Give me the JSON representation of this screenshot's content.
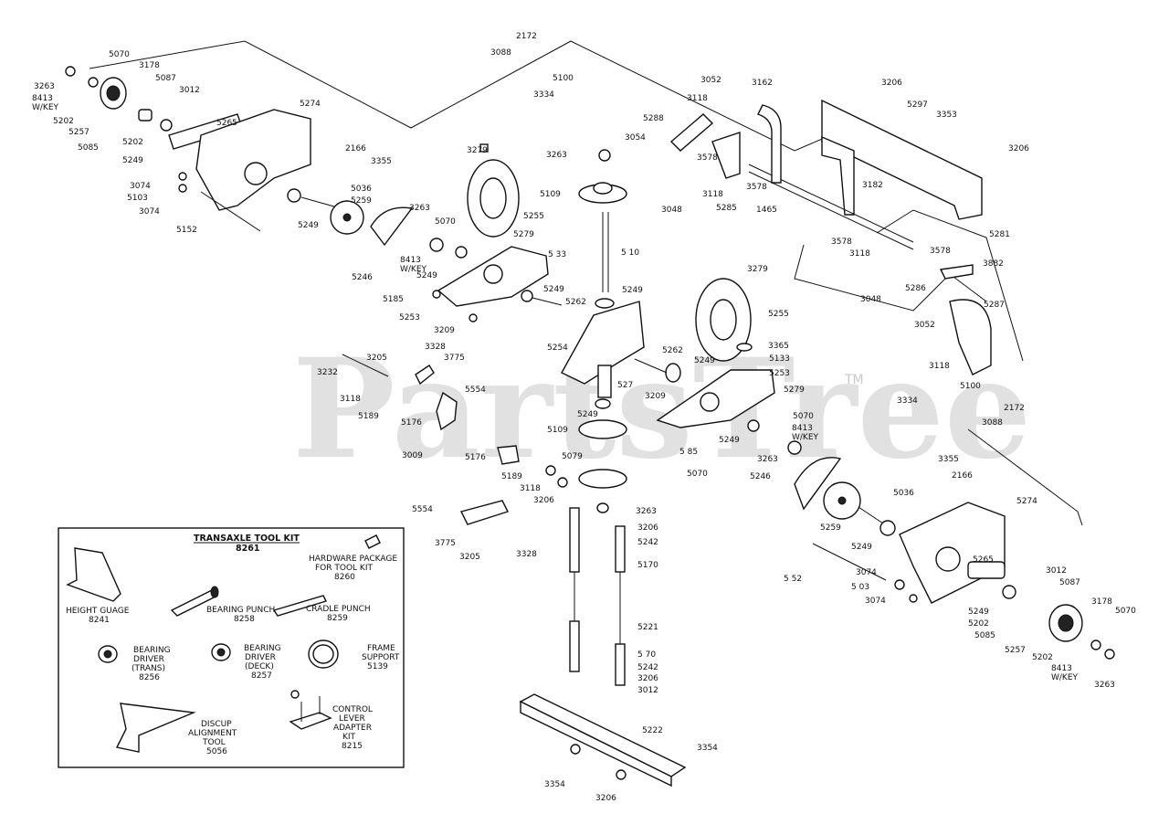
{
  "watermark": {
    "text": "PartsTree",
    "tm": "TM"
  },
  "callouts": {
    "c2172a": "2172",
    "c3088a": "3088",
    "c5100a": "5100",
    "c3334a": "3334",
    "c3263a": "3263",
    "c5070a": "5070",
    "c3178a": "3178",
    "c8413a": "8413",
    "cwkeya": "W/KEY",
    "c5087a": "5087",
    "c3012a": "3012",
    "c5202a": "5202",
    "c5257a": "5257",
    "c5202b": "5202",
    "c5085a": "5085",
    "c5249a": "5249",
    "c5265a": "5265",
    "c5274a": "5274",
    "c2166a": "2166",
    "c3355a": "3355",
    "c3074a": "3074",
    "c5103a": "5103",
    "c3074b": "3074",
    "c5036a": "5036",
    "c5259a": "5259",
    "c5249b": "5249",
    "c5152a": "5152",
    "c5246a": "5246",
    "c3279a": "3279",
    "c3263b": "3263",
    "c5070b": "5070",
    "c5109a": "5109",
    "c5255a": "5255",
    "c5110a": "5 10",
    "c5279a": "5279",
    "c5133a": "5 33",
    "c5249c": "5249",
    "c5262a": "5262",
    "c5249d": "5249",
    "c8413b": "8413",
    "cwkeyb": "W/KEY",
    "c5185a": "5185",
    "c5253a": "5253",
    "c3209a": "3209",
    "c3263c": "3263",
    "c3052a": "3052",
    "c3162a": "3162",
    "c3118a": "3118",
    "c5288a": "5288",
    "c3054a": "3054",
    "c3578a": "3578",
    "c3118b": "3118",
    "c3048a": "3048",
    "c5285a": "5285",
    "c3578b": "3578",
    "c1465a": "1465",
    "c3206a": "3206",
    "c5297a": "5297",
    "c3353a": "3353",
    "c3206b": "3206",
    "c3182a": "3182",
    "c5281a": "5281",
    "c3578c": "3578",
    "c3118c": "3118",
    "c3578d": "3578",
    "c3882a": "3882",
    "c3048b": "3048",
    "c5286a": "5286",
    "c5287a": "5287",
    "c3052b": "3052",
    "c3118d": "3118",
    "c3279b": "3279",
    "c5255b": "5255",
    "c3365a": "3365",
    "c5133b": "5133",
    "c5253b": "5253",
    "c5262b": "5262",
    "c5249e": "5249",
    "c5279b": "5279",
    "c5254a": "5254",
    "c5249f": "5249",
    "c527a": "527",
    "c3209b": "3209",
    "c5249g": "5249",
    "c5109b": "5109",
    "c5079a": "5079",
    "c5070c": "5070",
    "c5070d": "5070",
    "c8413c": "8413",
    "cwkeyc": "W/KEY",
    "c5249h": "5249",
    "c5185b": "5 85",
    "c3263d": "3263",
    "c5246b": "5246",
    "c3205a": "3205",
    "c3328a": "3328",
    "c3775a": "3775",
    "c3232a": "3232",
    "c3118e": "3118",
    "c5554a": "5554",
    "c5189a": "5189",
    "c5176a": "5176",
    "c3009a": "3009",
    "c5176b": "5176",
    "c5189b": "5189",
    "c3118f": "3118",
    "c3206c": "3206",
    "c5554b": "5554",
    "c3775b": "3775",
    "c3205b": "3205",
    "c3328b": "3328",
    "c3263e": "3263",
    "c3206d": "3206",
    "c5242a": "5242",
    "c5170a": "5170",
    "c5221a": "5221",
    "c5170b": "5 70",
    "c5242b": "5242",
    "c3206e": "3206",
    "c3012b": "3012",
    "c5222a": "5222",
    "c3354a": "3354",
    "c3354b": "3354",
    "c3206f": "3206",
    "c3334b": "3334",
    "c5100b": "5100",
    "c2172b": "2172",
    "c3088b": "3088",
    "c3355b": "3355",
    "c2166b": "2166",
    "c5036b": "5036",
    "c5274b": "5274",
    "c5259b": "5259",
    "c5249i": "5249",
    "c5152b": "5 52",
    "c3074c": "3074",
    "c5103b": "5 03",
    "c3074d": "3074",
    "c5265b": "5265",
    "c3012c": "3012",
    "c5087b": "5087",
    "c3178b": "3178",
    "c5070e": "5070",
    "c5249j": "5249",
    "c5202c": "5202",
    "c5085b": "5085",
    "c5257b": "5257",
    "c5202d": "5202",
    "c8413d": "8413",
    "cwkeyd": "W/KEY",
    "c3263f": "3263"
  },
  "tool_kit": {
    "title": "TRANSAXLE TOOL KIT",
    "number": "8261",
    "items": [
      {
        "name": "HARDWARE PACKAGE",
        "line2": "FOR TOOL KIT",
        "number": "8260",
        "icon": "hardware-bag"
      },
      {
        "name": "HEIGHT GUAGE",
        "number": "8241",
        "icon": "height-gauge"
      },
      {
        "name": "BEARING PUNCH",
        "number": "8258",
        "icon": "bearing-punch"
      },
      {
        "name": "CRADLE PUNCH",
        "number": "8259",
        "icon": "cradle-punch"
      },
      {
        "name": "BEARING",
        "line2": "DRIVER",
        "line3": "(TRANS)",
        "number": "8256",
        "icon": "driver-trans"
      },
      {
        "name": "BEARING",
        "line2": "DRIVER",
        "line3": "(DECK)",
        "number": "8257",
        "icon": "driver-deck"
      },
      {
        "name": "FRAME",
        "line2": "SUPPORT",
        "number": "5139",
        "icon": "frame-support"
      },
      {
        "name": "DISCUP",
        "line2": "ALIGNMENT",
        "line3": "TOOL",
        "number": "5056",
        "icon": "alignment-tool"
      },
      {
        "name": "CONTROL",
        "line2": "LEVER",
        "line3": "ADAPTER",
        "line4": "KIT",
        "number": "8215",
        "icon": "control-lever-kit"
      }
    ]
  }
}
